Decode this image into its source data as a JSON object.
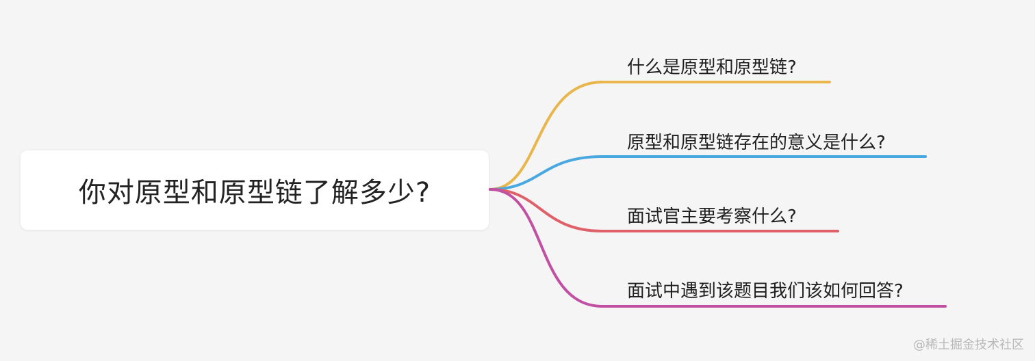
{
  "root": {
    "label": "你对原型和原型链了解多少?"
  },
  "branches": [
    {
      "label": "什么是原型和原型链?",
      "color": "#E8B64A"
    },
    {
      "label": "原型和原型链存在的意义是什么?",
      "color": "#4AA8E0"
    },
    {
      "label": "面试官主要考察什么?",
      "color": "#E0606A"
    },
    {
      "label": "面试中遇到该题目我们该如何回答?",
      "color": "#C14FA2"
    }
  ],
  "watermark": "@稀土掘金技术社区"
}
